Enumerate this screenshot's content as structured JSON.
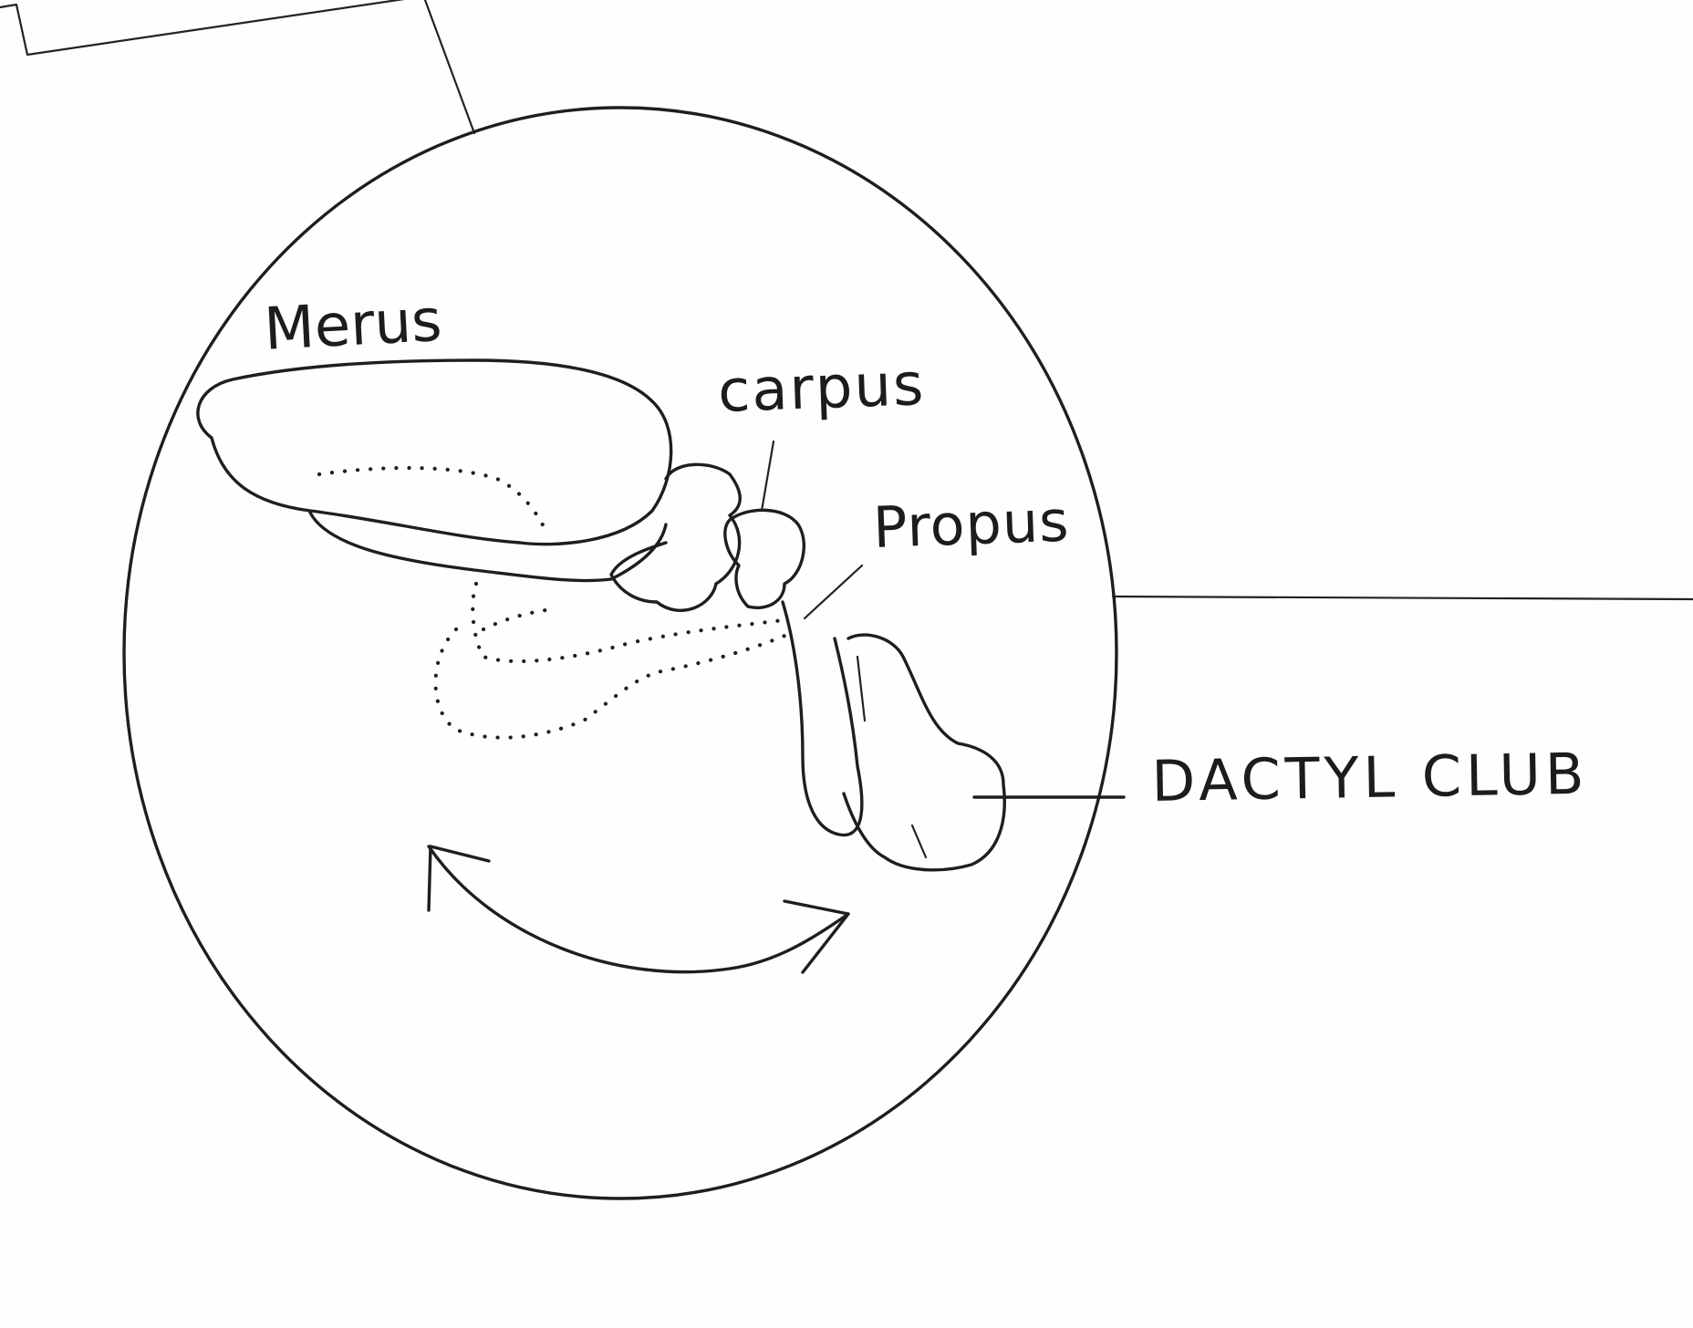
{
  "diagram": {
    "labels": {
      "merus": "Merus",
      "carpus": "carpus",
      "propus": "Propus",
      "dactyl_club": "DACTYL CLUB"
    },
    "colors": {
      "ink": "#1e1e1e",
      "paper": "#fefefe"
    }
  }
}
